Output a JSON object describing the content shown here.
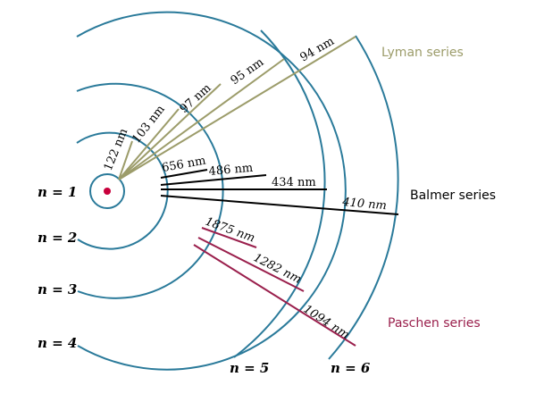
{
  "colors": {
    "orbit": "#2a7a9a",
    "nucleus": "#c8003c",
    "lyman": "#9c9c6a",
    "balmer": "#000000",
    "paschen": "#9a1f4c"
  },
  "levels": {
    "n1": "n = 1",
    "n2": "n = 2",
    "n3": "n = 3",
    "n4": "n = 4",
    "n5": "n = 5",
    "n6": "n = 6"
  },
  "series": {
    "lyman": "Lyman series",
    "balmer": "Balmer series",
    "paschen": "Paschen series"
  },
  "wavelengths": {
    "lyman": [
      "122 nm",
      "103 nm",
      "97 nm",
      "95 nm",
      "94 nm"
    ],
    "balmer": [
      "656 nm",
      "486 nm",
      "434 nm",
      "410 nm"
    ],
    "paschen": [
      "1875 nm",
      "1282 nm",
      "1094 nm"
    ]
  }
}
